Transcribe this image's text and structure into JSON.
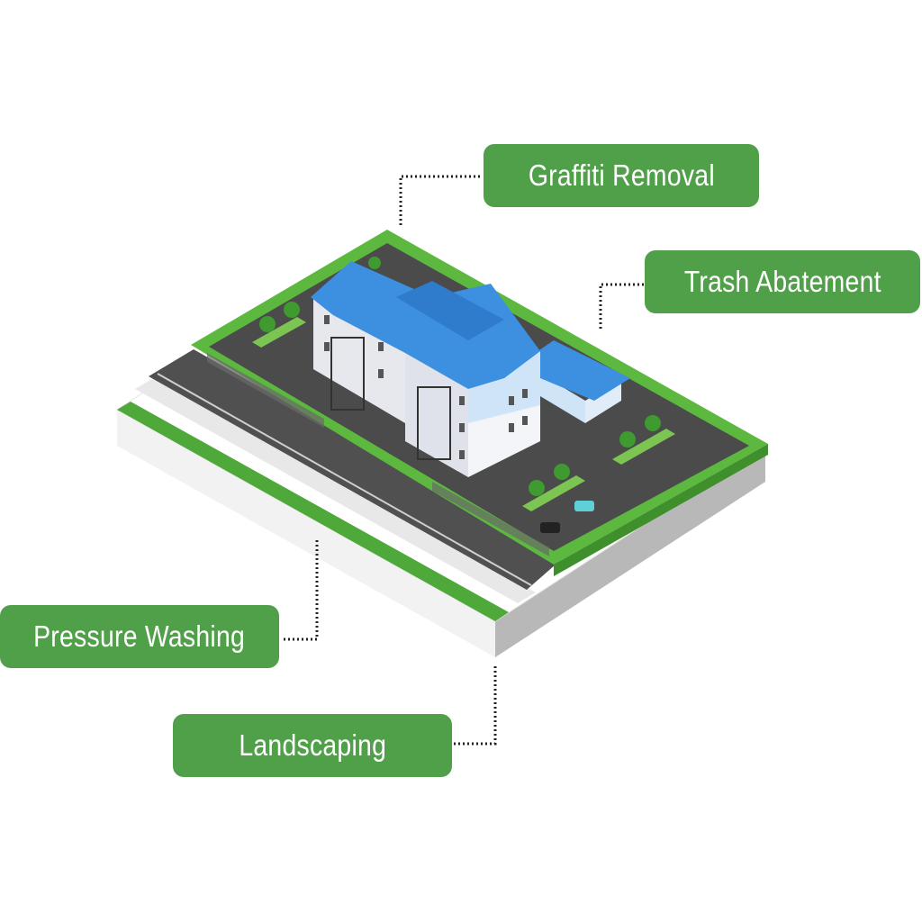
{
  "colors": {
    "label_green": "#50a04a",
    "hedge_green": "#5cb83f",
    "asphalt": "#4b4b4b",
    "roof_blue": "#3d8fe0",
    "wall": "#e6e8ee",
    "connector": "#222222"
  },
  "labels": {
    "graffiti": "Graffiti Removal",
    "trash": "Trash Abatement",
    "pressure": "Pressure Washing",
    "landscaping": "Landscaping"
  }
}
